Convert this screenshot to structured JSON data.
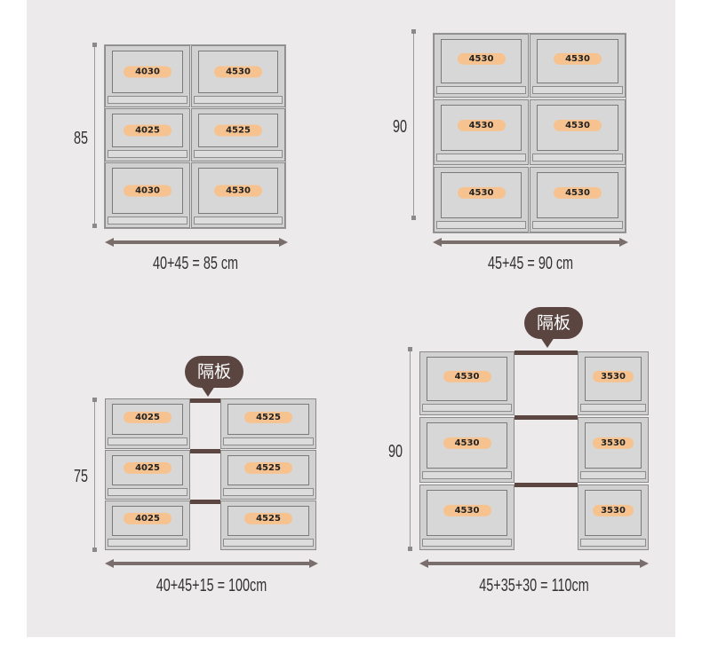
{
  "colors": {
    "background": "#eceaea",
    "drawer": "#d2d1d1",
    "tag": "#f6c390",
    "bubble": "#5a4541",
    "arrow": "#7a6e6c"
  },
  "config1": {
    "height": "85",
    "formula": "40+45 = 85 cm",
    "drawers": [
      "4030",
      "4530",
      "4025",
      "4525",
      "4030",
      "4530"
    ]
  },
  "config2": {
    "height": "90",
    "formula": "45+45 = 90 cm",
    "drawers": [
      "4530",
      "4530",
      "4530",
      "4530",
      "4530",
      "4530"
    ]
  },
  "config3": {
    "height": "75",
    "formula": "40+45+15 = 100cm",
    "divider_label": "隔板",
    "drawers": [
      "4025",
      "4525",
      "4025",
      "4525",
      "4025",
      "4525"
    ]
  },
  "config4": {
    "height": "90",
    "formula": "45+35+30 = 110cm",
    "divider_label": "隔板",
    "drawers": [
      "4530",
      "3530",
      "4530",
      "3530",
      "4530",
      "3530"
    ]
  }
}
